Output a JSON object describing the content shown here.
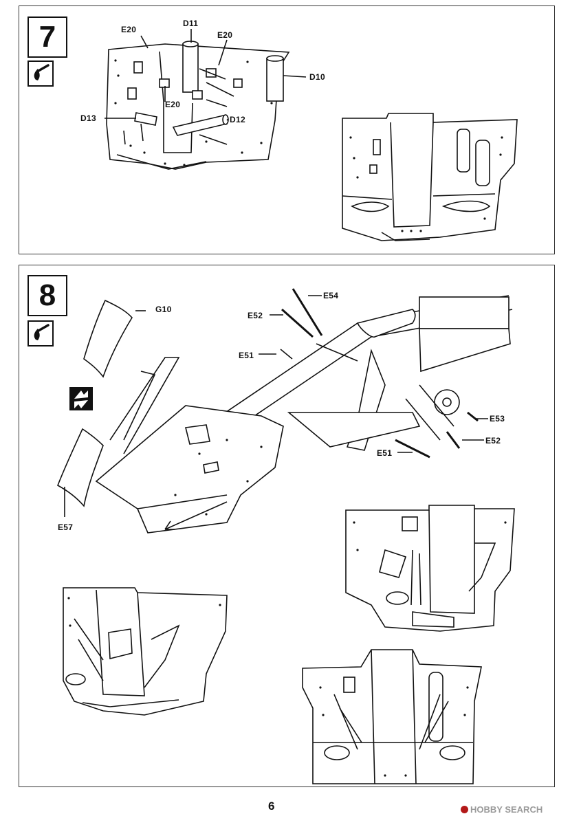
{
  "page_number": "6",
  "watermark": "HOBBY SEARCH",
  "steps": [
    {
      "number": "7",
      "glue_icon": "glue-drop-icon",
      "part_labels": [
        "E20",
        "D11",
        "E20",
        "D10",
        "E20",
        "D13",
        "D12"
      ]
    },
    {
      "number": "8",
      "glue_icon": "glue-drop-icon",
      "bend_icon": "bend-arrows-icon",
      "part_labels": [
        "G10",
        "E54",
        "E52",
        "E51",
        "E53",
        "E52",
        "E51",
        "E57"
      ]
    }
  ],
  "colors": {
    "line": "#111111",
    "background": "#ffffff",
    "watermark_logo": "#b31919",
    "watermark_text": "#9a9a9a"
  }
}
